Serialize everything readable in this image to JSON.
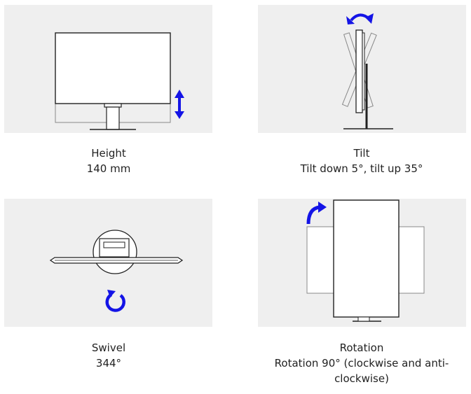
{
  "features": [
    {
      "id": "height",
      "title": "Height",
      "detail": "140 mm"
    },
    {
      "id": "tilt",
      "title": "Tilt",
      "detail": "Tilt down 5°, tilt up 35°"
    },
    {
      "id": "swivel",
      "title": "Swivel",
      "detail": "344°"
    },
    {
      "id": "rotation",
      "title": "Rotation",
      "detail": "Rotation 90° (clockwise and anti-clockwise)"
    }
  ],
  "colors": {
    "panel_background": "#efefef",
    "outline": "#222222",
    "ghost_outline": "#888888",
    "arrow": "#1414e6"
  },
  "icons": [
    "up-down-arrow-icon",
    "tilt-arrow-icon",
    "swivel-arrow-icon",
    "rotate-arrow-icon"
  ]
}
